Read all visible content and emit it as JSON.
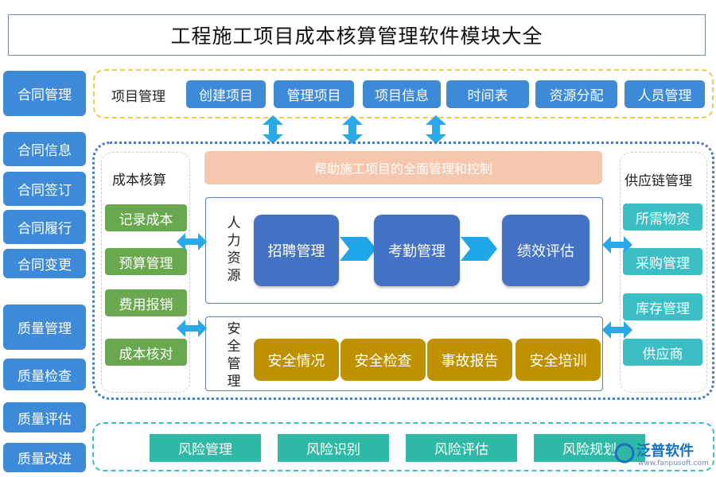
{
  "title": "工程施工项目成本核算管理软件模块大全",
  "left_sidebar": [
    "合同管理",
    "合同信息",
    "合同签订",
    "合同履行",
    "合同变更",
    "质量管理",
    "质量检查",
    "质量评估",
    "质量改进"
  ],
  "project": {
    "label": "项目管理",
    "buttons": [
      "创建项目",
      "管理项目",
      "项目信息",
      "时间表",
      "资源分配",
      "人员管理"
    ]
  },
  "cost": {
    "title": "成本核算",
    "items": [
      "记录成本",
      "预算管理",
      "费用报销",
      "成本核对"
    ]
  },
  "banner": "帮助施工项目的全面管理和控制",
  "hr": {
    "label": "人力资源",
    "steps": [
      "招聘管理",
      "考勤管理",
      "绩效评估"
    ]
  },
  "safety": {
    "label": "安全管理",
    "items": [
      "安全情况",
      "安全检查",
      "事故报告",
      "安全培训"
    ]
  },
  "supply": {
    "title": "供应链管理",
    "items": [
      "所需物资",
      "采购管理",
      "库存管理",
      "供应商"
    ]
  },
  "risk": [
    "风险管理",
    "风险识别",
    "风险评估",
    "风险规划"
  ],
  "watermark": {
    "name": "泛普软件",
    "url": "www.fanpusoft.com"
  },
  "colors": {
    "blue": "#3d8ad8",
    "dark_blue": "#4472c4",
    "green": "#6aa84f",
    "teal": "#3bbfc4",
    "gold": "#bf9000",
    "peach": "#f6c7ac",
    "yellow_dash": "#f2c94c"
  }
}
